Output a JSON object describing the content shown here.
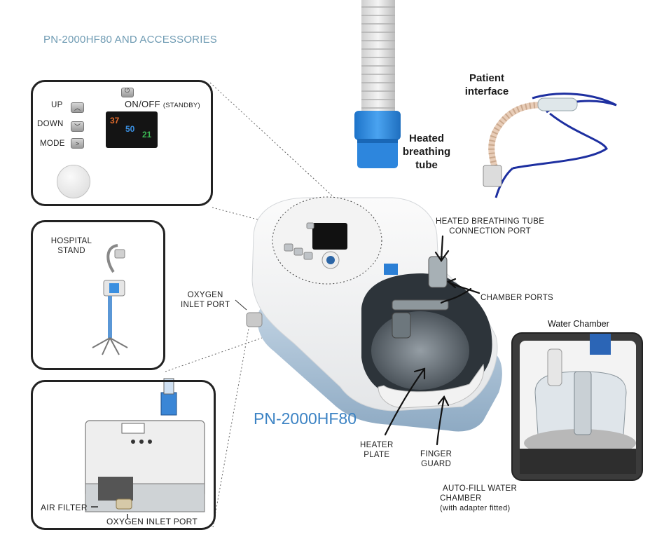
{
  "header": {
    "title": "PN-2000HF80 AND ACCESSORIES"
  },
  "control_panel": {
    "on_off": "ON/OFF",
    "standby": "(STANDBY)",
    "up": "UP",
    "down": "DOWN",
    "mode": "MODE",
    "display": {
      "temp": "37",
      "flow": "50",
      "oxygen": "21"
    }
  },
  "stand_panel": {
    "label_line1": "HOSPITAL",
    "label_line2": "STAND"
  },
  "filter_panel": {
    "air_filter": "AIR FILTER",
    "oxygen_inlet": "OXYGEN INLET PORT"
  },
  "accessories": {
    "heated_tube": [
      "Heated",
      "breathing",
      "tube"
    ],
    "patient_interface": [
      "Patient",
      "interface"
    ],
    "water_chamber": "Water Chamber"
  },
  "device": {
    "model": "PN-2000HF80"
  },
  "callouts": {
    "oxygen_inlet": [
      "OXYGEN",
      "INLET PORT"
    ],
    "tube_port": [
      "HEATED BREATHING TUBE",
      "CONNECTION PORT"
    ],
    "chamber_ports": "CHAMBER PORTS",
    "heater_plate": [
      "HEATER",
      "PLATE"
    ],
    "finger_guard": [
      "FINGER",
      "GUARD"
    ],
    "auto_fill": [
      "AUTO-FILL WATER",
      "CHAMBER",
      "(with adapter fitted)"
    ]
  },
  "colors": {
    "accent_blue": "#3c83c4",
    "title_blue": "#6f9bb3",
    "device_blue": "#a9c2d8",
    "tube_blue": "#3a8fe0"
  }
}
